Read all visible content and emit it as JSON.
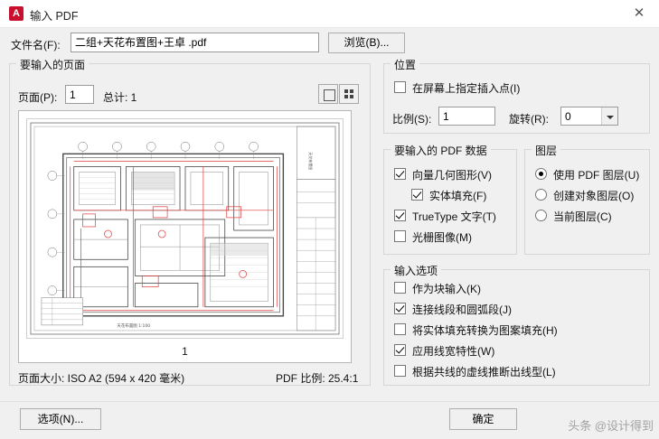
{
  "window": {
    "app_icon_letter": "A",
    "title": "输入 PDF",
    "close_label": "✕"
  },
  "file": {
    "label": "文件名(F):",
    "value": "二组+天花布置图+王卓 .pdf",
    "browse_label": "浏览(B)..."
  },
  "pages_group": {
    "title": "要输入的页面",
    "page_label": "页面(P):",
    "page_value": "1",
    "total_label": "总计:  1",
    "view_single_icon": "single-page-view-icon",
    "view_grid_icon": "grid-view-icon",
    "preview_page_number": "1",
    "page_size_text": "页面大小: ISO A2 (594 x 420 毫米)",
    "pdf_scale_text": "PDF 比例: 25.4:1"
  },
  "location_group": {
    "title": "位置",
    "specify_onscreen": {
      "label": "在屏幕上指定插入点(I)",
      "checked": false
    },
    "scale_label": "比例(S):",
    "scale_value": "1",
    "rotation_label": "旋转(R):",
    "rotation_value": "0"
  },
  "pdf_data_group": {
    "title": "要输入的 PDF 数据",
    "items": [
      {
        "label": "向量几何图形(V)",
        "checked": true,
        "indent": 0
      },
      {
        "label": "实体填充(F)",
        "checked": true,
        "indent": 1
      },
      {
        "label": "TrueType 文字(T)",
        "checked": true,
        "indent": 0
      },
      {
        "label": "光栅图像(M)",
        "checked": false,
        "indent": 0
      }
    ]
  },
  "layers_group": {
    "title": "图层",
    "items": [
      {
        "label": "使用 PDF 图层(U)",
        "selected": true
      },
      {
        "label": "创建对象图层(O)",
        "selected": false
      },
      {
        "label": "当前图层(C)",
        "selected": false
      }
    ]
  },
  "options_group": {
    "title": "输入选项",
    "items": [
      {
        "label": "作为块输入(K)",
        "checked": false
      },
      {
        "label": "连接线段和圆弧段(J)",
        "checked": true
      },
      {
        "label": "将实体填充转换为图案填充(H)",
        "checked": false
      },
      {
        "label": "应用线宽特性(W)",
        "checked": true
      },
      {
        "label": "根据共线的虚线推断出线型(L)",
        "checked": false
      }
    ]
  },
  "footer": {
    "options_button": "选项(N)...",
    "ok_button": "确定",
    "watermark": "头条 @设计得到"
  },
  "colors": {
    "accent": "#0078d7",
    "app_icon": "#c8102e",
    "drawing_red": "#e03a3a",
    "drawing_line": "#4a4a4a"
  }
}
